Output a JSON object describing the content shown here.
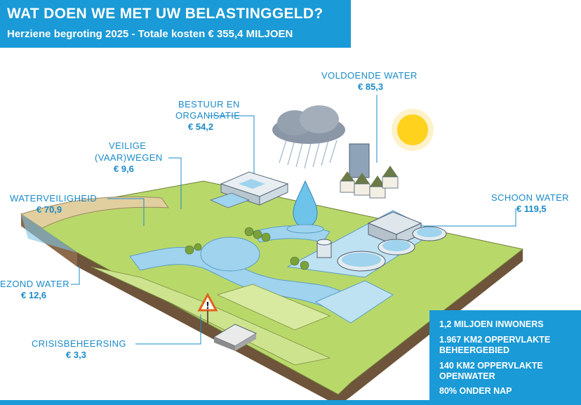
{
  "header": {
    "title": "WAT DOEN WE MET UW BELASTINGGELD?",
    "subtitle": "Herziene begroting 2025 - Totale kosten € 355,4 MILJOEN"
  },
  "categories": {
    "voldoende_water": {
      "label": "VOLDOENDE WATER",
      "value": "€ 85,3"
    },
    "bestuur": {
      "label_line1": "BESTUUR EN",
      "label_line2": "ORGANISATIE",
      "value": "€ 54,2"
    },
    "veilige_wegen": {
      "label_line1": "VEILIGE",
      "label_line2": "(VAAR)WEGEN",
      "value": "€ 9,6"
    },
    "waterveiligheid": {
      "label": "WATERVEILIGHEID",
      "value": "€ 70,9"
    },
    "schoon_water": {
      "label": "SCHOON WATER",
      "value": "€ 119,5"
    },
    "gezond_water": {
      "label": "EZOND WATER",
      "value": "€ 12,6"
    },
    "crisis": {
      "label": "CRISISBEHEERSING",
      "value": "€ 3,3"
    }
  },
  "stats": {
    "inwoners": "1,2 MILJOEN INWONERS",
    "beheer_line1": "1.967 KM2 OPPERVLAKTE",
    "beheer_line2": "BEHEERGEBIED",
    "open_line1": "140 KM2 OPPERVLAKTE",
    "open_line2": "OPENWATER",
    "nap": "80% ONDER NAP"
  },
  "colors": {
    "brand_blue": "#1a9ad6",
    "label_blue": "#1a8bc8",
    "land_green": "#b9d86a",
    "water_blue": "#9fd3ee"
  }
}
